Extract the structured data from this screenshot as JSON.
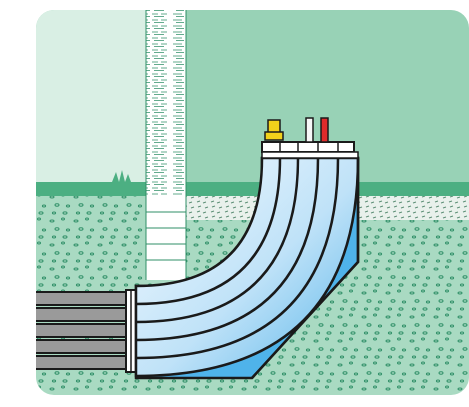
{
  "illustration": {
    "colors": {
      "sky": "#98d2b6",
      "sky_left": "#d9efe4",
      "grass": "#4caf82",
      "soil": "#a9dac2",
      "soil_speckle": "#2f8f67",
      "gravel": "#e9f1ec",
      "conduit_light": "#eef7ff",
      "conduit_dark": "#5ab5ea",
      "conduit_edge": "#1a1a1a",
      "cable_gray": "#9a9a9a",
      "shaft_white": "#ffffff",
      "marker_yellow": "#f2d21b",
      "marker_red": "#e12b2b",
      "marker_white": "#f7f7f7"
    },
    "elements": [
      "sky-background",
      "ground-soil",
      "grass-strip",
      "gravel-layer",
      "vertical-shaft",
      "curved-conduit-bundle",
      "horizontal-cable-bundle",
      "top-connector-plate",
      "marker-posts"
    ]
  }
}
